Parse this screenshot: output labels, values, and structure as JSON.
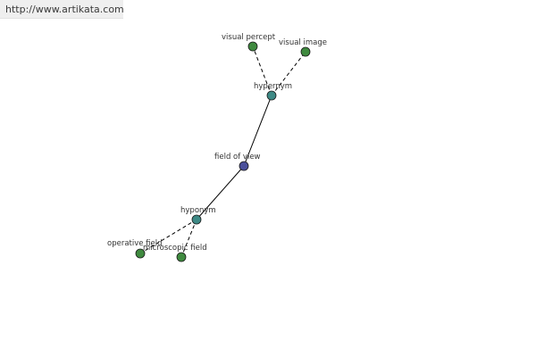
{
  "header": {
    "url": "http://www.artikata.com"
  },
  "colors": {
    "center_node": "#4a4f9a",
    "relation_node": "#3e8a86",
    "leaf_node": "#3f8a3f",
    "edge": "#000000",
    "label": "#333333"
  },
  "nodes": {
    "visual_percept": {
      "label": "visual percept",
      "kind": "leaf"
    },
    "visual_image": {
      "label": "visual image",
      "kind": "leaf"
    },
    "hypernym": {
      "label": "hypernym",
      "kind": "relation"
    },
    "field_of_view": {
      "label": "field of view",
      "kind": "center"
    },
    "hyponym": {
      "label": "hyponym",
      "kind": "relation"
    },
    "operative_field": {
      "label": "operative field",
      "kind": "leaf"
    },
    "microscopic_field": {
      "label": "microscopic field",
      "kind": "leaf"
    }
  },
  "edges": [
    {
      "from": "field_of_view",
      "to": "hypernym",
      "style": "solid"
    },
    {
      "from": "field_of_view",
      "to": "hyponym",
      "style": "solid"
    },
    {
      "from": "hypernym",
      "to": "visual_percept",
      "style": "dashed"
    },
    {
      "from": "hypernym",
      "to": "visual_image",
      "style": "dashed"
    },
    {
      "from": "hyponym",
      "to": "operative_field",
      "style": "dashed"
    },
    {
      "from": "hyponym",
      "to": "microscopic_field",
      "style": "dashed"
    }
  ]
}
